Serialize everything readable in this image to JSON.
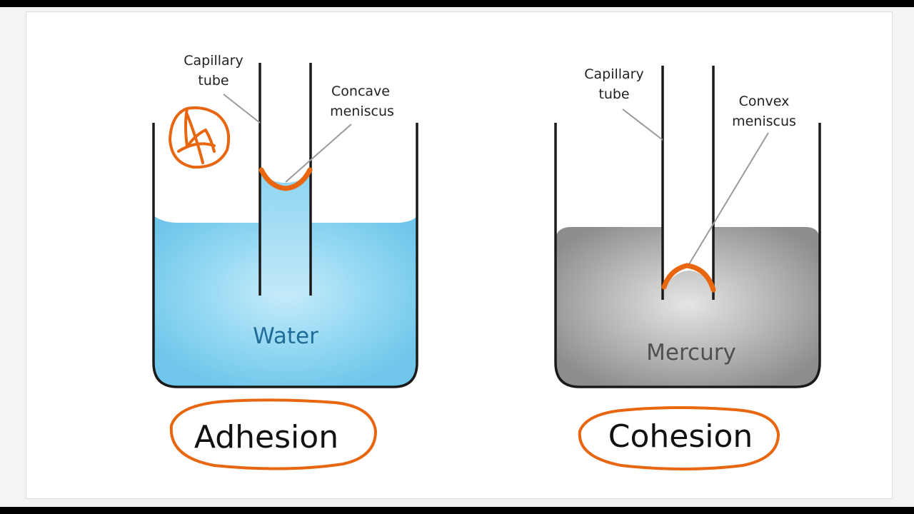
{
  "left_panel": {
    "tube_label_line1": "Capillary",
    "tube_label_line2": "tube",
    "meniscus_label_line1": "Concave",
    "meniscus_label_line2": "meniscus",
    "liquid_label": "Water",
    "caption": "Adhesion",
    "liquid_color": "#7fd0f0"
  },
  "right_panel": {
    "tube_label_line1": "Capillary",
    "tube_label_line2": "tube",
    "meniscus_label_line1": "Convex",
    "meniscus_label_line2": "meniscus",
    "liquid_label": "Mercury",
    "caption": "Cohesion",
    "liquid_color": "#a9abaa"
  },
  "colors": {
    "annotation": "#e8660f",
    "vessel_outline": "#1a1a1a",
    "leader_line": "#9a9a9a"
  }
}
